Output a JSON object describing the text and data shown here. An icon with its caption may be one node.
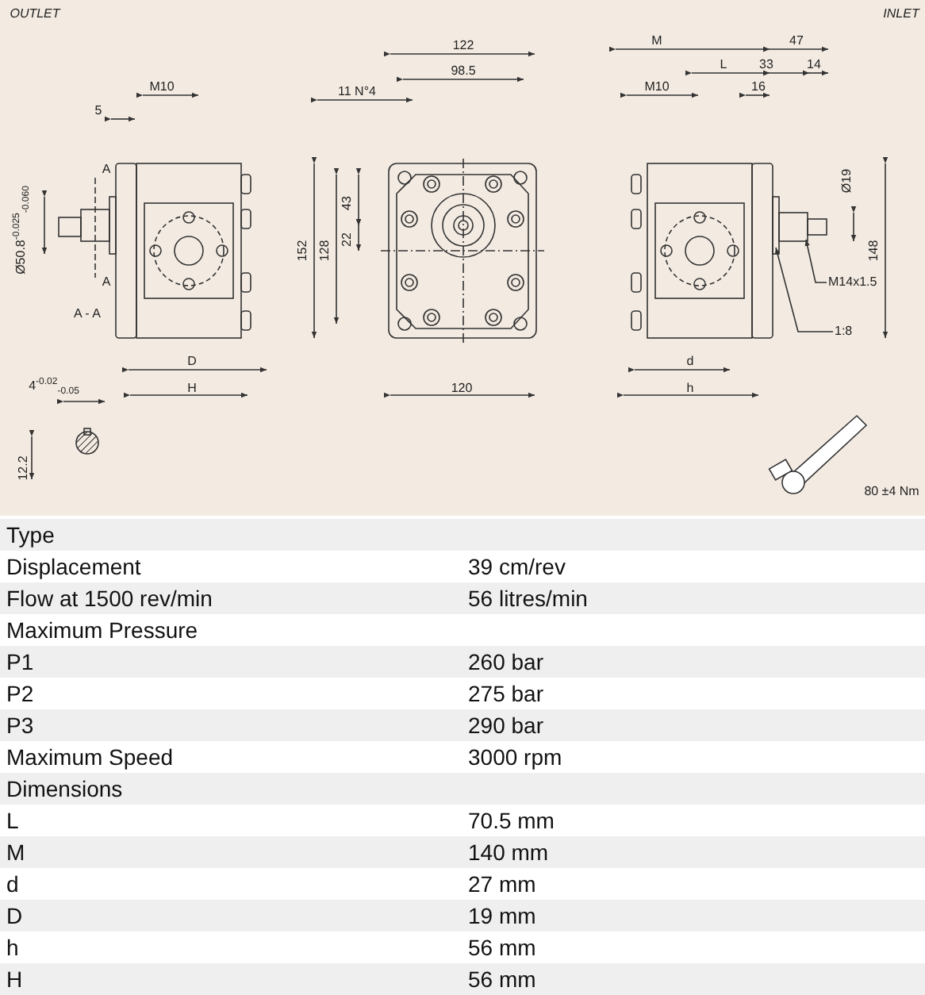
{
  "diagram": {
    "nodes": [
      {
        "text": [
          "M14x1.5"
        ]
      },
      {
        "text": [
          "1:8"
        ]
      }
    ],
    "edges": [
      {
        "from": 0,
        "to": null,
        "arrow": "to"
      },
      {
        "from": 1,
        "to": null,
        "arrow": "to"
      }
    ],
    "labels": [
      "OUTLET",
      "INLET",
      "122",
      "M",
      "47",
      "98.5",
      "L",
      "33",
      "14",
      "M10",
      "5",
      "11 N°4",
      "M10",
      "16",
      "A",
      "Ø19",
      "43",
      "Ø50.8$^{-0.025}$$_{-0.060}$",
      "152",
      "128",
      "22",
      "148",
      "A",
      "A - A",
      "D",
      "d",
      "H",
      "120",
      "h",
      "4$^{-0.02}$$_{-0.05}$",
      "12.2",
      "80 ±4 Nm",
      "Type",
      "Displacement",
      "39 cm/rev",
      "Flow at 1500 rev/min",
      "56 litres/min",
      "Maximum Pressure",
      "P1",
      "260 bar",
      "P2",
      "275 bar",
      "P3",
      "290 bar",
      "Maximum Speed",
      "3000 rpm",
      "Dimensions",
      "L",
      "70.5 mm",
      "M",
      "140 mm",
      "d",
      "27 mm",
      "D",
      "19 mm",
      "h",
      "56 mm",
      "H",
      "56 mm"
    ]
  }
}
